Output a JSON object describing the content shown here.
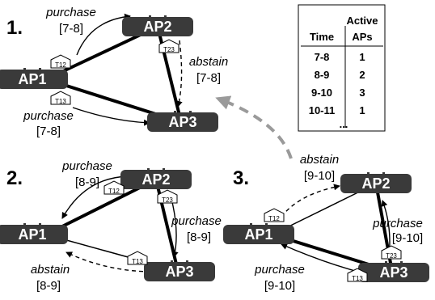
{
  "panels": [
    {
      "number": "1.",
      "aps": [
        "AP1",
        "AP2",
        "AP3"
      ],
      "tokens": [
        "T12",
        "T13",
        "T23"
      ],
      "annotations": [
        {
          "action": "purchase",
          "slot": "[7-8]"
        },
        {
          "action": "purchase",
          "slot": "[7-8]"
        },
        {
          "action": "abstain",
          "slot": "[7-8]"
        }
      ]
    },
    {
      "number": "2.",
      "aps": [
        "AP1",
        "AP2",
        "AP3"
      ],
      "tokens": [
        "T12",
        "T13",
        "T23"
      ],
      "annotations": [
        {
          "action": "purchase",
          "slot": "[8-9]"
        },
        {
          "action": "abstain",
          "slot": "[8-9]"
        },
        {
          "action": "purchase",
          "slot": "[8-9]"
        }
      ]
    },
    {
      "number": "3.",
      "aps": [
        "AP1",
        "AP2",
        "AP3"
      ],
      "tokens": [
        "T12",
        "T13",
        "T23"
      ],
      "annotations": [
        {
          "action": "abstain",
          "slot": "[9-10]"
        },
        {
          "action": "purchase",
          "slot": "[9-10]"
        },
        {
          "action": "purchase",
          "slot": "[9-10]"
        }
      ]
    }
  ],
  "table": {
    "header_top": "Active",
    "col_time": "Time",
    "col_aps": "APs",
    "rows": [
      {
        "time": "7-8",
        "aps": "1"
      },
      {
        "time": "8-9",
        "aps": "2"
      },
      {
        "time": "9-10",
        "aps": "3"
      },
      {
        "time": "10-11",
        "aps": "1"
      }
    ],
    "ellipsis": "..."
  },
  "colors": {
    "ap_fill": "#3a3a3a",
    "arrow_gray": "#9a9a9a"
  }
}
